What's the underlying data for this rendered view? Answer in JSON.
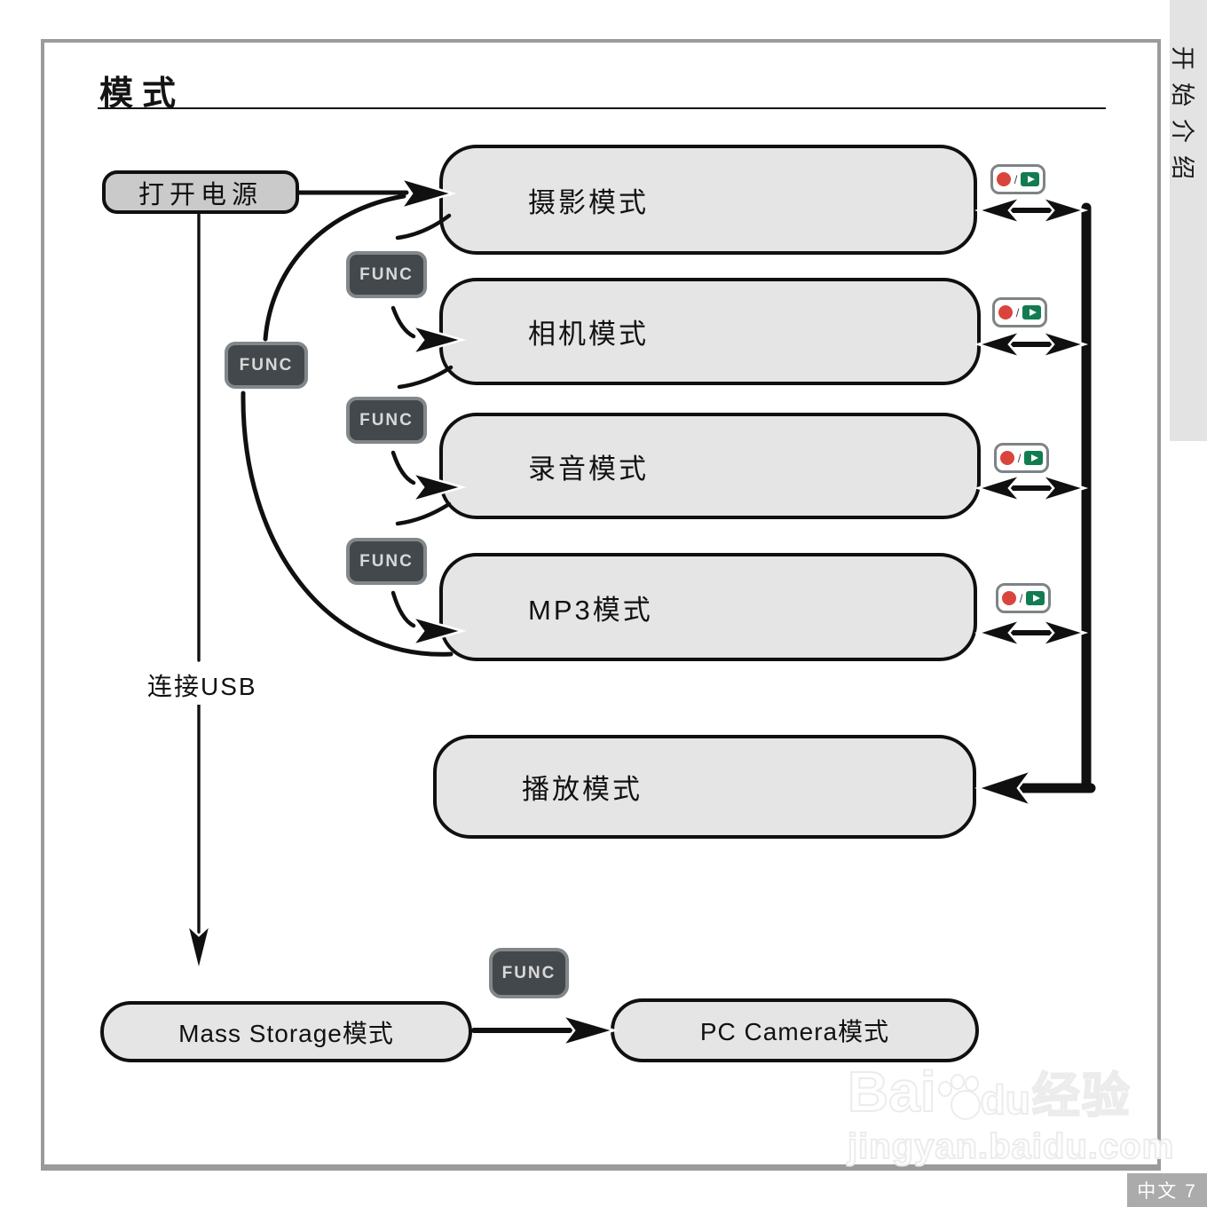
{
  "page": {
    "title": "模式",
    "side_tab": "开始介绍",
    "page_number": "中文 7",
    "watermark": {
      "bai": "Bai",
      "du": "du",
      "jingyan": "经验",
      "url": "jingyan.baidu.com"
    }
  },
  "diagram": {
    "power_label": "打开电源",
    "usb_label": "连接USB",
    "func_label": "FUNC",
    "badge_slash": "/",
    "modes": [
      "摄影模式",
      "相机模式",
      "录音模式",
      "MP3模式",
      "播放模式"
    ],
    "usb_modes": {
      "mass_storage": "Mass Storage模式",
      "pc_camera": "PC Camera模式"
    },
    "colors": {
      "record_red": "#d9453c",
      "play_green": "#127c50",
      "mode_box_fill": "#e5e5e5",
      "power_box_fill": "#cacaca",
      "func_fill": "#43484c",
      "side_tab_fill": "#e3e3e3",
      "frame_border": "#9b9b9b"
    }
  }
}
